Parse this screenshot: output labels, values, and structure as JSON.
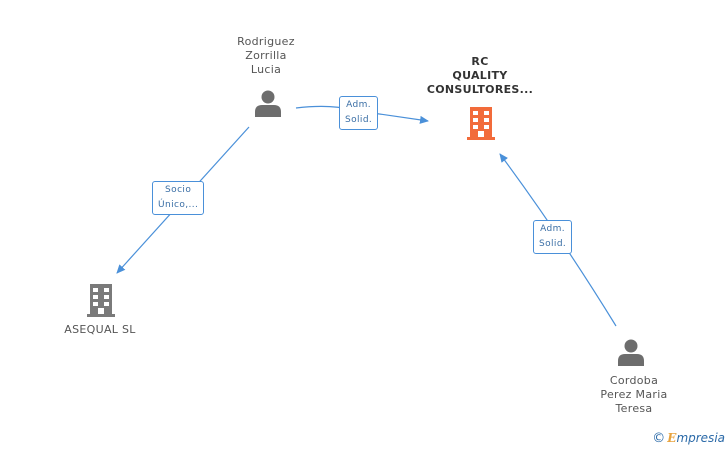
{
  "nodes": {
    "rodriguez": {
      "lines": [
        "Rodriguez",
        "Zorrilla",
        "Lucia"
      ],
      "type": "person"
    },
    "rc_quality": {
      "lines": [
        "RC",
        "QUALITY",
        "CONSULTORES..."
      ],
      "type": "company-focus"
    },
    "asequal": {
      "lines": [
        "ASEQUAL SL"
      ],
      "type": "company"
    },
    "cordoba": {
      "lines": [
        "Cordoba",
        "Perez Maria",
        "Teresa"
      ],
      "type": "person"
    }
  },
  "edges": {
    "rodriguez_rc": {
      "lines": [
        "Adm.",
        "Solid."
      ]
    },
    "rodriguez_asequal": {
      "lines": [
        "Socio",
        "Único,..."
      ]
    },
    "cordoba_rc": {
      "lines": [
        "Adm.",
        "Solid."
      ]
    }
  },
  "footer": {
    "copyright": "©",
    "brand_first": "E",
    "brand_rest": "mpresia"
  },
  "colors": {
    "edge": "#4a90d9",
    "person_icon": "#6d6d6d",
    "company_icon": "#7a7a7a",
    "focus_company_icon": "#f26b3a"
  }
}
